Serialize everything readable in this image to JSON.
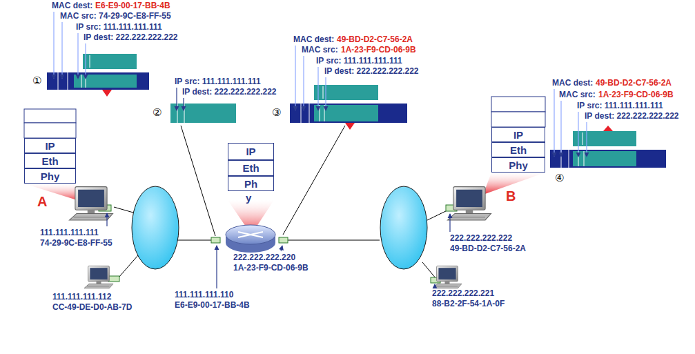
{
  "diagram": {
    "nodes": [
      {
        "text": [
          "IP"
        ]
      },
      {
        "text": [
          "Eth"
        ]
      },
      {
        "text": [
          "Phy"
        ]
      },
      {
        "text": [
          "IP"
        ]
      },
      {
        "text": [
          "Eth"
        ]
      },
      {
        "text": [
          "Ph"
        ]
      },
      {
        "text": [
          "IP"
        ]
      },
      {
        "text": [
          "Eth"
        ]
      },
      {
        "text": [
          "Phy"
        ]
      }
    ],
    "labels": [
      "MAC dest:",
      "E6-E9-00-17-BB-4B",
      "MAC src: 74-29-9C-E8-FF-55",
      "IP src: 111.111.111.111",
      "IP dest: 222.222.222.222",
      "①",
      "IP src: 111.111.111.111",
      "IP dest: 222.222.222.222",
      "②",
      "MAC dest:",
      "49-BD-D2-C7-56-2A",
      "MAC src:",
      "1A-23-F9-CD-06-9B",
      "IP src: 111.111.111.111",
      "IP dest: 222.222.222.222",
      "③",
      "MAC dest:",
      "49-BD-D2-C7-56-2A",
      "MAC src:",
      "1A-23-F9-CD-06-9B",
      "IP src: 111.111.111.111",
      "IP dest: 222.222.222.222",
      "④",
      "A",
      "111.111.111.111",
      "74-29-9C-E8-FF-55",
      "111.111.111.112",
      "CC-49-DE-D0-AB-7D",
      "111.111.111.110",
      "E6-E9-00-17-BB-4B",
      "222.222.222.220",
      "1A-23-F9-CD-06-9B",
      "B",
      "222.222.222.222",
      "49-BD-D2-C7-56-2A",
      "222.222.222.221",
      "88-B2-2F-54-1A-0F",
      "y"
    ]
  }
}
